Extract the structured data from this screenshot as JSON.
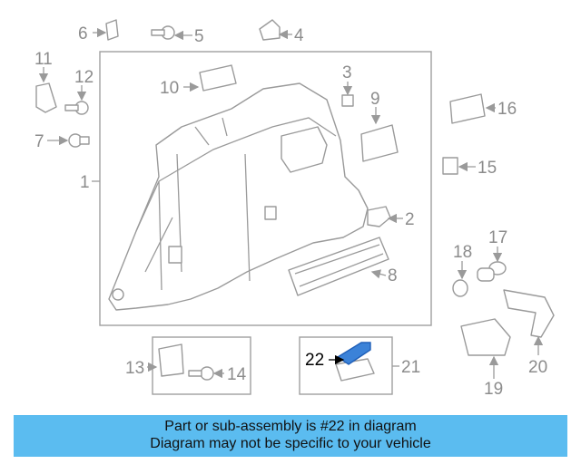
{
  "callouts": {
    "c1": "1",
    "c2": "2",
    "c3": "3",
    "c4": "4",
    "c5": "5",
    "c6": "6",
    "c7": "7",
    "c8": "8",
    "c9": "9",
    "c10": "10",
    "c11": "11",
    "c12": "12",
    "c13": "13",
    "c14": "14",
    "c15": "15",
    "c16": "16",
    "c17": "17",
    "c18": "18",
    "c19": "19",
    "c20": "20",
    "c21": "21",
    "c22": "22"
  },
  "highlight_part": "22",
  "colors": {
    "banner": "#5bbcf0",
    "highlight": "#1f5fb8",
    "line": "#9a9a9a"
  },
  "caption": {
    "line1": "Part or sub-assembly is #22 in diagram",
    "line2": "Diagram may not be specific to your vehicle"
  }
}
